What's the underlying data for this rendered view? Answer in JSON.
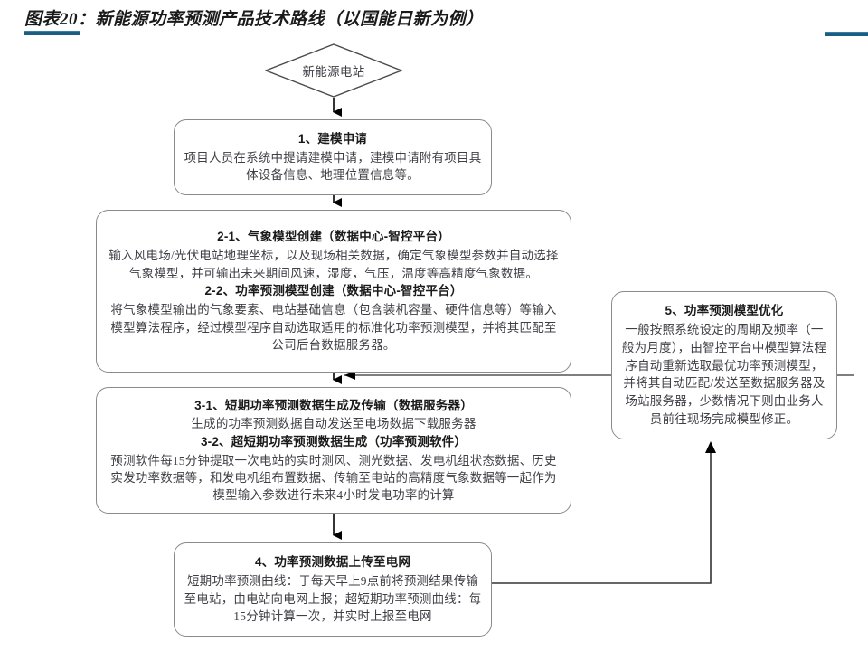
{
  "header": {
    "title": "图表20：新能源功率预测产品技术路线（以国能日新为例）",
    "accent_color": "#1b5e82"
  },
  "diagram": {
    "type": "flowchart",
    "start_node": {
      "shape": "diamond",
      "label": "新能源电站"
    },
    "nodes": [
      {
        "id": "node-1",
        "shape": "rounded-rect",
        "sections": [
          {
            "heading": "1、建模申请",
            "body": "项目人员在系统中提请建模申请，建模申请附有项目具体设备信息、地理位置信息等。"
          }
        ]
      },
      {
        "id": "node-2",
        "shape": "rounded-rect",
        "sections": [
          {
            "heading": "2-1、气象模型创建（数据中心-智控平台）",
            "body": "输入风电场/光伏电站地理坐标，以及现场相关数据，确定气象模型参数并自动选择气象模型，并可输出未来期间风速，湿度，气压，温度等高精度气象数据。"
          },
          {
            "heading": "2-2、功率预测模型创建（数据中心-智控平台）",
            "body": "将气象模型输出的气象要素、电站基础信息（包含装机容量、硬件信息等）等输入模型算法程序，经过模型程序自动选取适用的标准化功率预测模型，并将其匹配至公司后台数据服务器。"
          }
        ]
      },
      {
        "id": "node-3",
        "shape": "rounded-rect",
        "sections": [
          {
            "heading": "3-1、短期功率预测数据生成及传输（数据服务器）",
            "body": "生成的功率预测数据自动发送至电场数据下载服务器"
          },
          {
            "heading": "3-2、超短期功率预测数据生成（功率预测软件）",
            "body": "预测软件每15分钟提取一次电站的实时测风、测光数据、发电机组状态数据、历史实发功率数据等，和发电机组布置数据、传输至电站的高精度气象数据等一起作为模型输入参数进行未来4小时发电功率的计算"
          }
        ]
      },
      {
        "id": "node-4",
        "shape": "rounded-rect",
        "sections": [
          {
            "heading": "4、功率预测数据上传至电网",
            "body": "短期功率预测曲线：于每天早上9点前将预测结果传输至电站，由电站向电网上报；超短期功率预测曲线：每15分钟计算一次，并实时上报至电网"
          }
        ]
      },
      {
        "id": "node-5",
        "shape": "rounded-rect",
        "sections": [
          {
            "heading": "5、功率预测模型优化",
            "body": "一般按照系统设定的周期及频率（一般为月度），由智控平台中模型算法程序自动重新选取最优功率预测模型，并将其自动匹配/发送至数据服务器及场站服务器，少数情况下则由业务人员前往现场完成模型修正。"
          }
        ]
      }
    ],
    "edges": [
      {
        "from": "node-start",
        "to": "node-1",
        "arrow": "down"
      },
      {
        "from": "node-1",
        "to": "node-2",
        "arrow": "down"
      },
      {
        "from": "node-2",
        "to": "node-3",
        "arrow": "down"
      },
      {
        "from": "node-3",
        "to": "node-4",
        "arrow": "down"
      },
      {
        "from": "node-4",
        "to": "node-5",
        "arrow": "up"
      },
      {
        "from": "node-5",
        "to": "node-3",
        "arrow": "left"
      }
    ]
  }
}
